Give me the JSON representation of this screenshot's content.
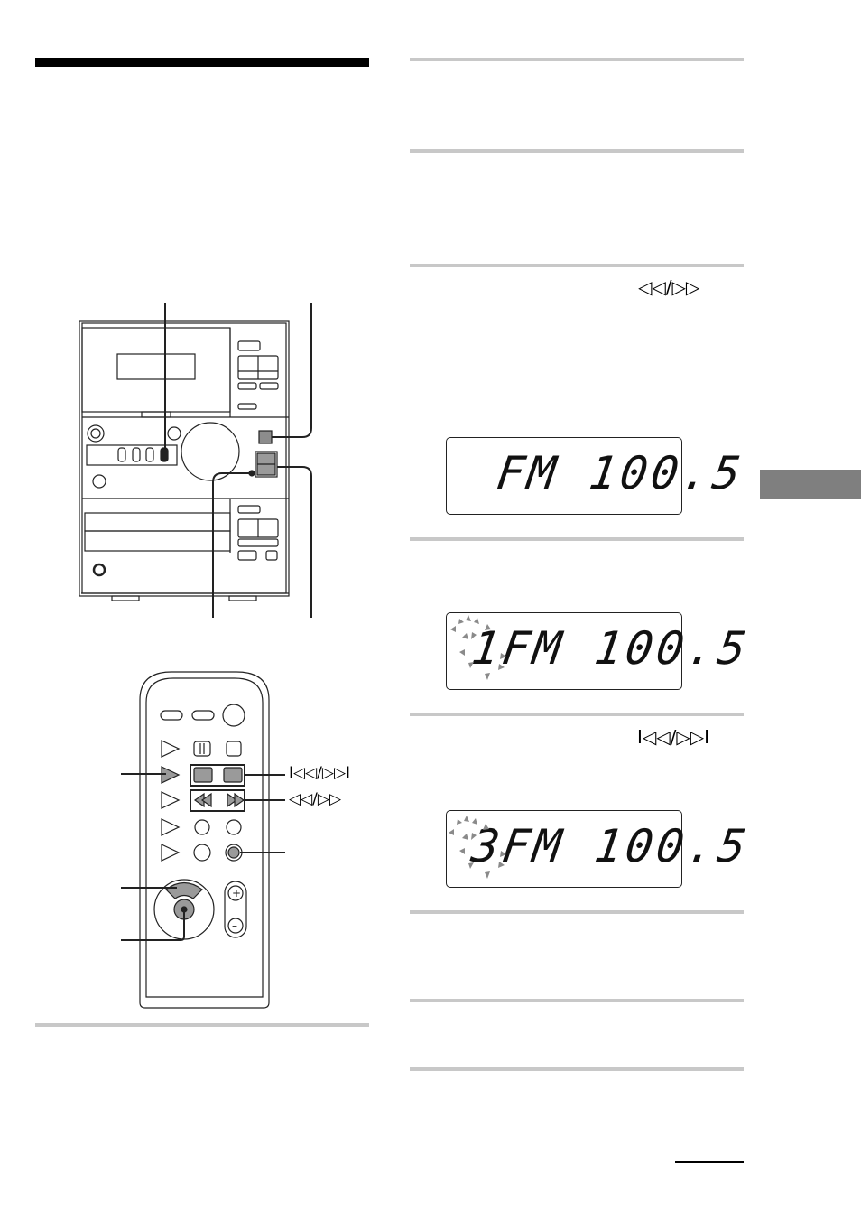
{
  "symbols": {
    "step3_seek": "◁◁/▷▷",
    "step5_skip": "I◁◁/▷▷I",
    "remote_skip": "I◁◁/▷▷I",
    "remote_seek": "◁◁/▷▷"
  },
  "displays": {
    "d1": "FM 100.5",
    "d2_preset": "1",
    "d2": "FM 100.5",
    "d3_preset": "3",
    "d3": "FM 100.5"
  },
  "colors": {
    "rule": "#c8c8c8",
    "side_tab": "#7f7f7f",
    "highlight": "#9a9a9a"
  }
}
